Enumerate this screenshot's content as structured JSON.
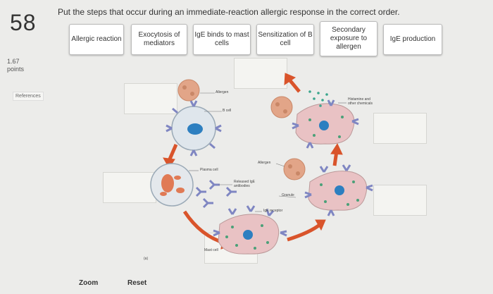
{
  "question": {
    "number": "58",
    "prompt": "Put the steps that occur during an immediate-reaction allergic response in the correct order.",
    "points_value": "1.67",
    "points_label": "points",
    "references_label": "References"
  },
  "choices": [
    {
      "label": "Allergic reaction"
    },
    {
      "label": "Exocytosis of mediators"
    },
    {
      "label": "IgE binds to mast cells"
    },
    {
      "label": "Sensitization of B cell"
    },
    {
      "label": "Secondary exposure to allergen"
    },
    {
      "label": "IgE production"
    }
  ],
  "diagram": {
    "labels": {
      "allergen_top": "Allergen",
      "b_cell": "B cell",
      "plasma_cell": "Plasma cell",
      "released_ige": "Released IgE antibodies",
      "mast_cell": "Mast cell",
      "allergen_right": "Allergen",
      "granule": "Granule",
      "ige_receptor": "IgE receptor",
      "histamine": "Histamine and other chemicals",
      "panel_letter": "(a)"
    },
    "colors": {
      "arrow": "#d9542b",
      "b_cell": "#dfe6ec",
      "nucleus": "#2d7fc0",
      "mast_cell": "#e9c2c4",
      "allergen": "#e2a588",
      "antibody": "#7f86c2"
    }
  },
  "footer": {
    "zoom_label": "Zoom",
    "reset_label": "Reset"
  }
}
